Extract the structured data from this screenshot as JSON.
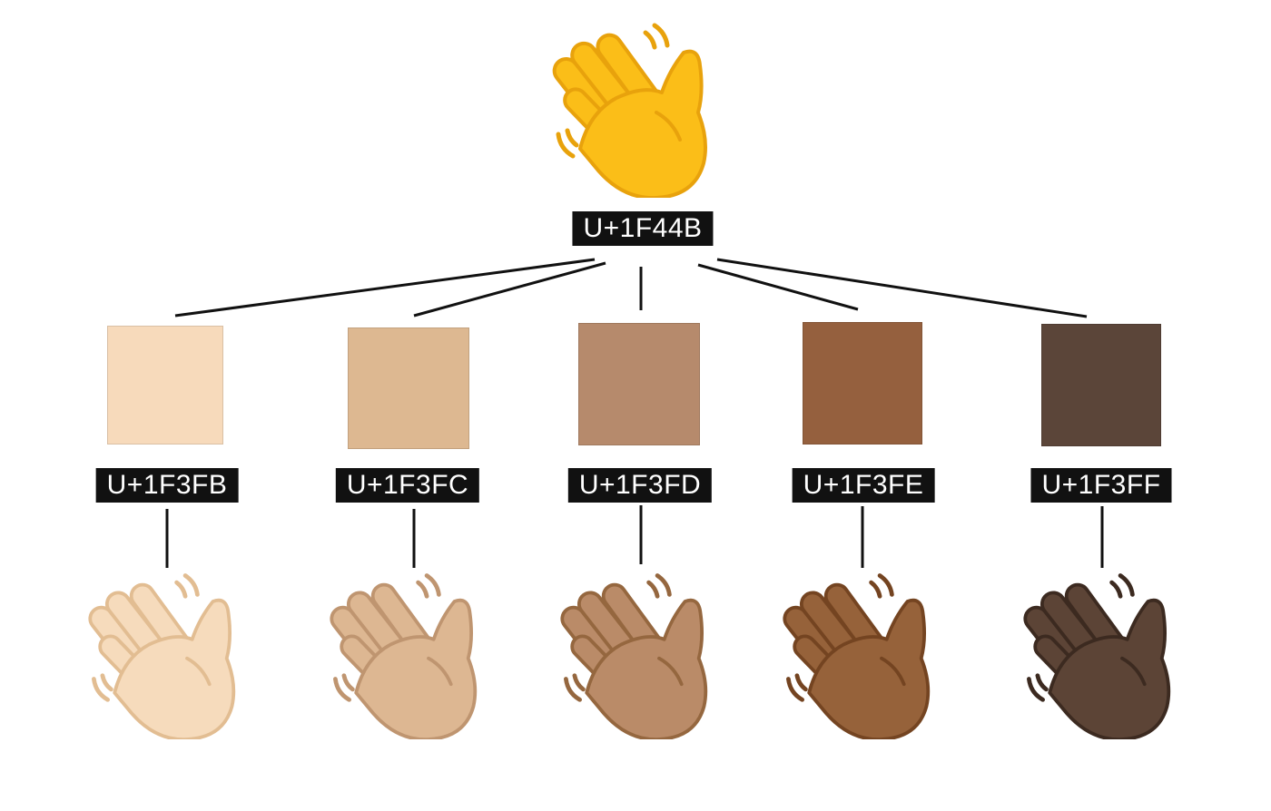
{
  "base": {
    "code": "U+1F44B",
    "color": "#FBBE18",
    "shade": "#E8A20C",
    "icon": "waving-hand"
  },
  "modifiers": [
    {
      "code": "U+1F3FB",
      "swatch_color": "#F7DABB",
      "hand_color": "#F6DBBC",
      "hand_shade": "#E2BD92",
      "icon": "waving-hand-light-skin-tone"
    },
    {
      "code": "U+1F3FC",
      "swatch_color": "#DDB891",
      "hand_color": "#DDB792",
      "hand_shade": "#BF9570",
      "icon": "waving-hand-medium-light-skin-tone"
    },
    {
      "code": "U+1F3FD",
      "swatch_color": "#B68A6C",
      "hand_color": "#BA8B68",
      "hand_shade": "#95673F",
      "icon": "waving-hand-medium-skin-tone"
    },
    {
      "code": "U+1F3FE",
      "swatch_color": "#95603E",
      "hand_color": "#96623A",
      "hand_shade": "#744421",
      "icon": "waving-hand-medium-dark-skin-tone"
    },
    {
      "code": "U+1F3FF",
      "swatch_color": "#5B4539",
      "hand_color": "#5C4436",
      "hand_shade": "#3C2A20",
      "icon": "waving-hand-dark-skin-tone"
    }
  ]
}
